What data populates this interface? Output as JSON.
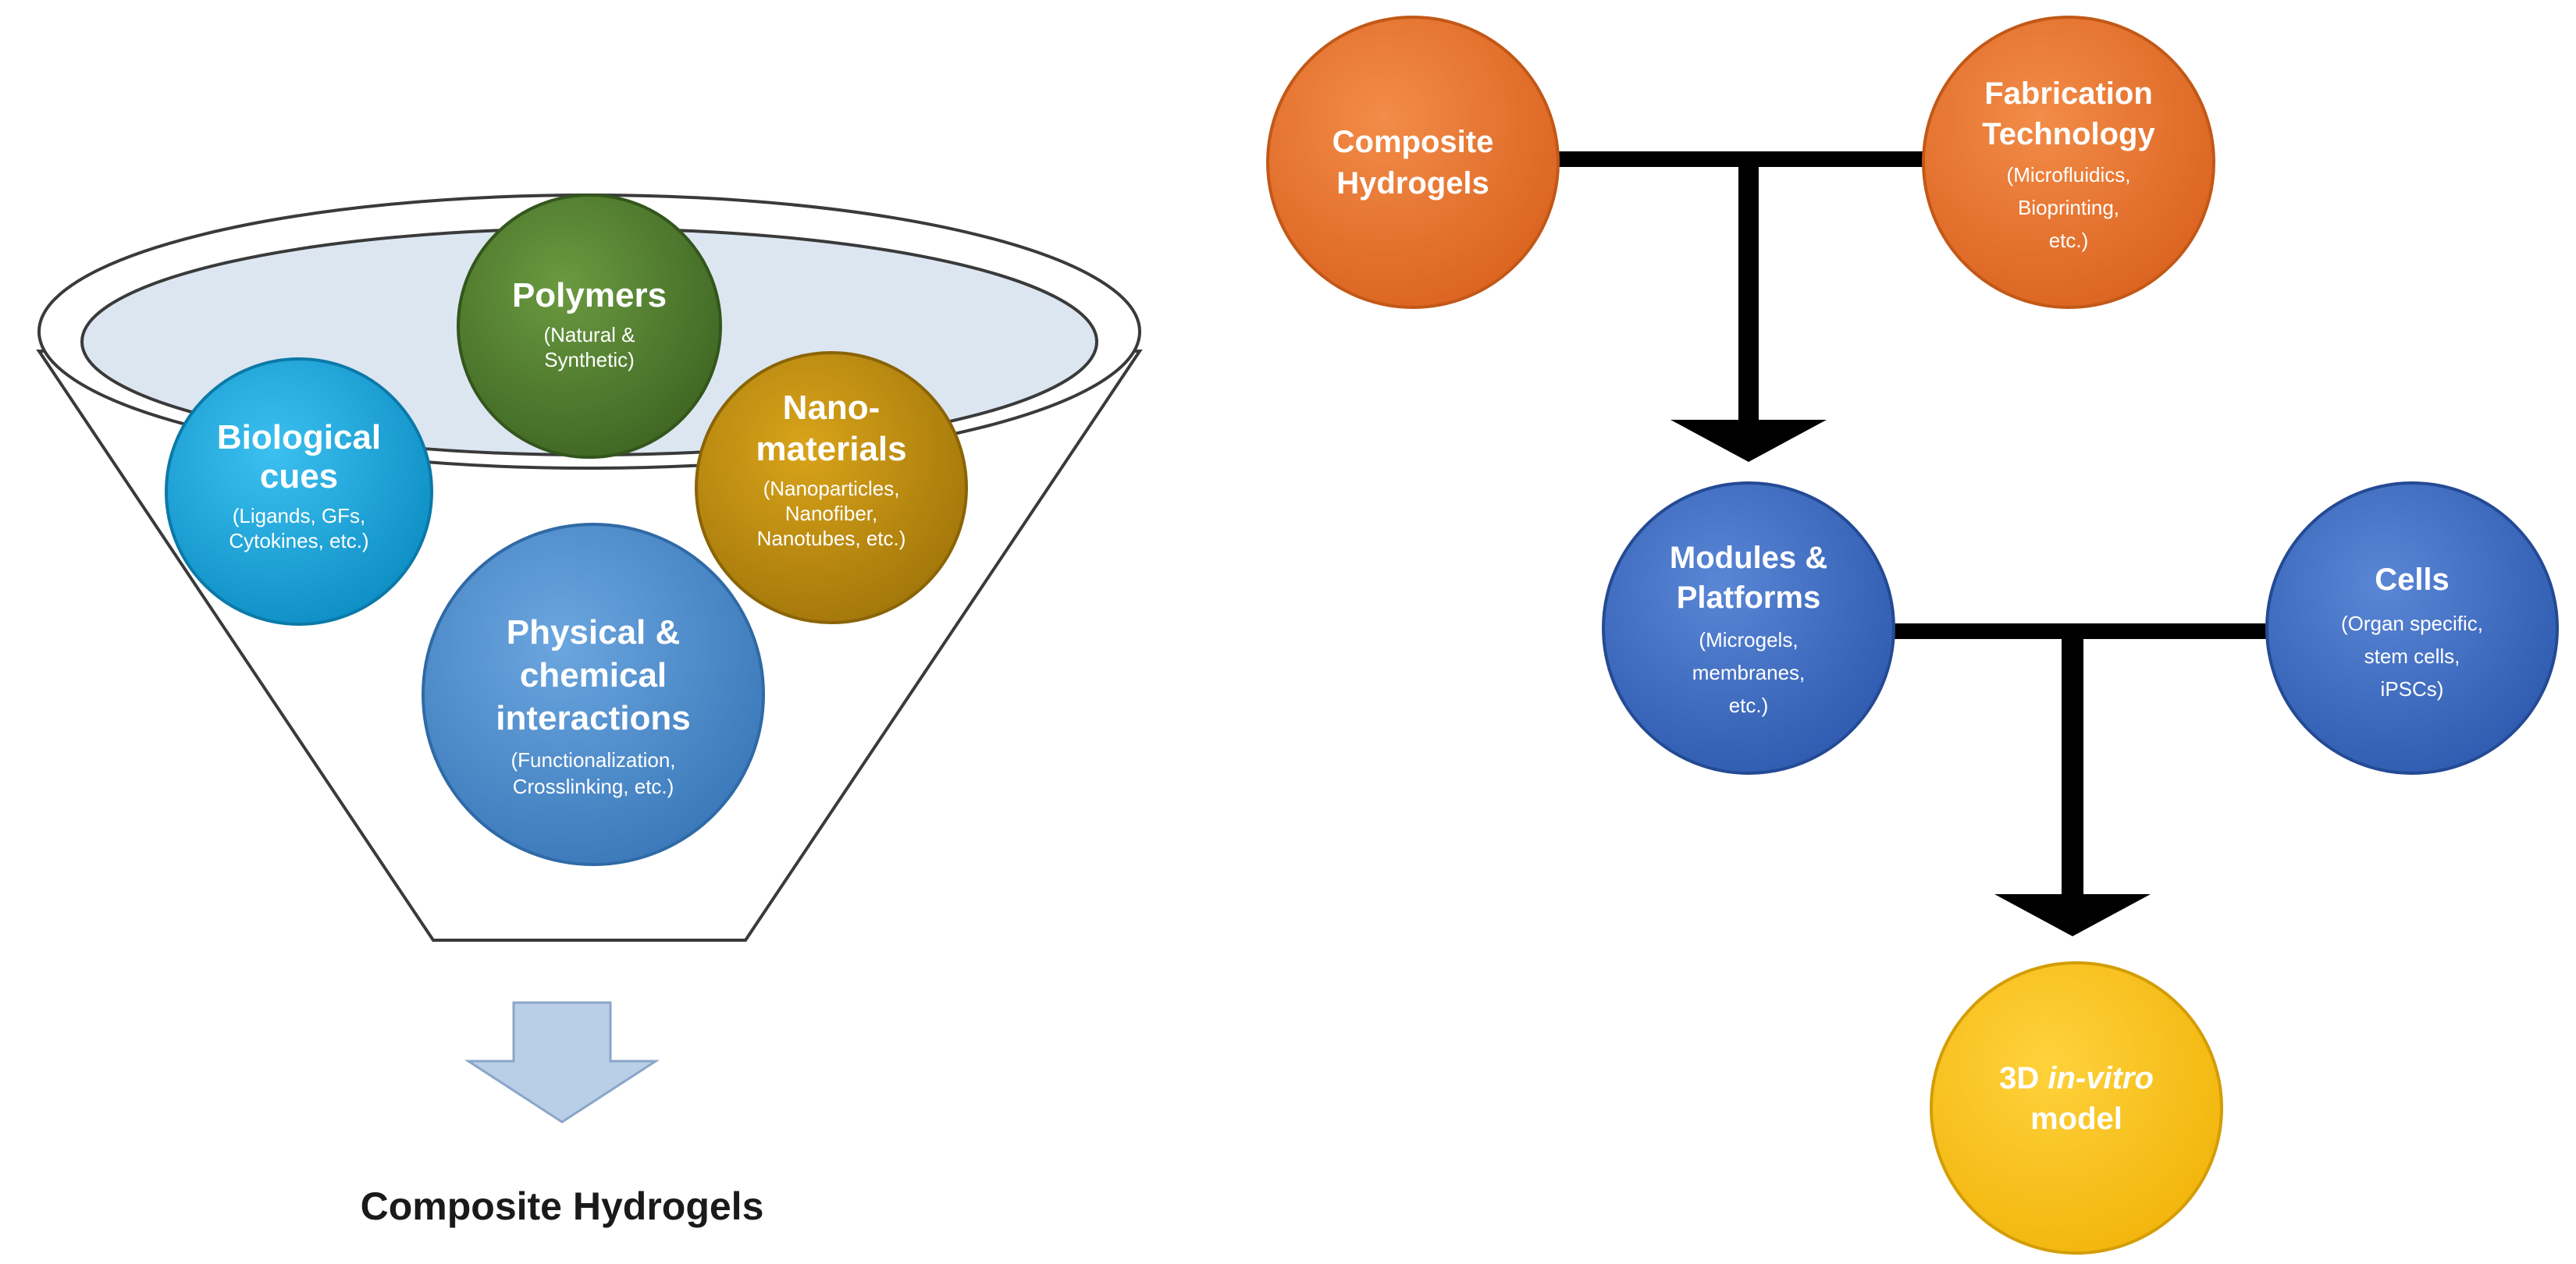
{
  "funnel": {
    "caption": "Composite Hydrogels",
    "circles": {
      "polymers": {
        "title": "Polymers",
        "sub": [
          "(Natural &",
          "Synthetic)"
        ],
        "color": "#4e7a2e"
      },
      "biological": {
        "title": [
          "Biological",
          "cues"
        ],
        "sub": [
          "(Ligands, GFs,",
          "Cytokines, etc.)"
        ],
        "color": "#1aa9e0"
      },
      "nano": {
        "title": [
          "Nano-",
          "materials"
        ],
        "sub": [
          "(Nanoparticles,",
          "Nanofiber,",
          "Nanotubes, etc.)"
        ],
        "color": "#bb8c0e"
      },
      "physical": {
        "title": [
          "Physical &",
          "chemical",
          "interactions"
        ],
        "sub": [
          "(Functionalization,",
          "Crosslinking, etc.)"
        ],
        "color": "#4f8fcf"
      }
    }
  },
  "flow": {
    "nodes": {
      "composite": {
        "title": [
          "Composite",
          "Hydrogels"
        ],
        "color": "#e8742e"
      },
      "fabrication": {
        "title": [
          "Fabrication",
          "Technology"
        ],
        "sub": [
          "(Microfluidics,",
          "Bioprinting,",
          "etc.)"
        ],
        "color": "#e8742e"
      },
      "modules": {
        "title": [
          "Modules &",
          "Platforms"
        ],
        "sub": [
          "(Microgels,",
          "membranes,",
          "etc.)"
        ],
        "color": "#3d6cc4"
      },
      "cells": {
        "title": "Cells",
        "sub": [
          "(Organ specific,",
          "stem cells,",
          "iPSCs)"
        ],
        "color": "#3d6cc4"
      },
      "model": {
        "title_prefix": "3D ",
        "title_italic": "in-vitro",
        "title_line2": "model",
        "color": "#f7c21c"
      }
    }
  }
}
